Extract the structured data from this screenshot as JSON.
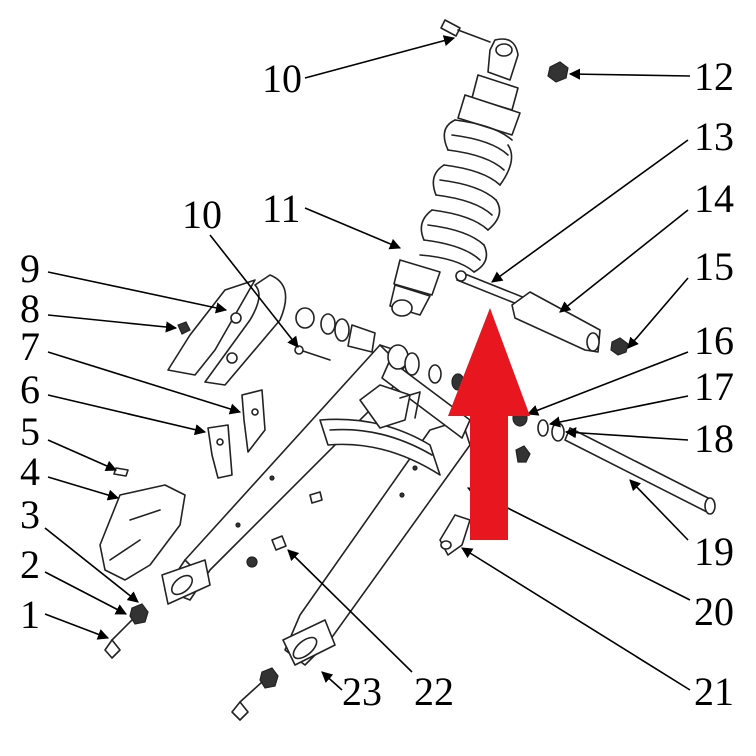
{
  "callouts": [
    {
      "id": "1",
      "label": "1"
    },
    {
      "id": "2",
      "label": "2"
    },
    {
      "id": "3",
      "label": "3"
    },
    {
      "id": "4",
      "label": "4"
    },
    {
      "id": "5",
      "label": "5"
    },
    {
      "id": "6",
      "label": "6"
    },
    {
      "id": "7",
      "label": "7"
    },
    {
      "id": "8",
      "label": "8"
    },
    {
      "id": "9",
      "label": "9"
    },
    {
      "id": "10a",
      "label": "10"
    },
    {
      "id": "10b",
      "label": "10"
    },
    {
      "id": "11",
      "label": "11"
    },
    {
      "id": "12",
      "label": "12"
    },
    {
      "id": "13",
      "label": "13"
    },
    {
      "id": "14",
      "label": "14"
    },
    {
      "id": "15",
      "label": "15"
    },
    {
      "id": "16",
      "label": "16"
    },
    {
      "id": "17",
      "label": "17"
    },
    {
      "id": "18",
      "label": "18"
    },
    {
      "id": "19",
      "label": "19"
    },
    {
      "id": "20",
      "label": "20"
    },
    {
      "id": "21",
      "label": "21"
    },
    {
      "id": "22",
      "label": "22"
    },
    {
      "id": "23",
      "label": "23"
    }
  ],
  "colors": {
    "arrow": "#e8161f",
    "ink": "#000000",
    "background": "#ffffff"
  }
}
